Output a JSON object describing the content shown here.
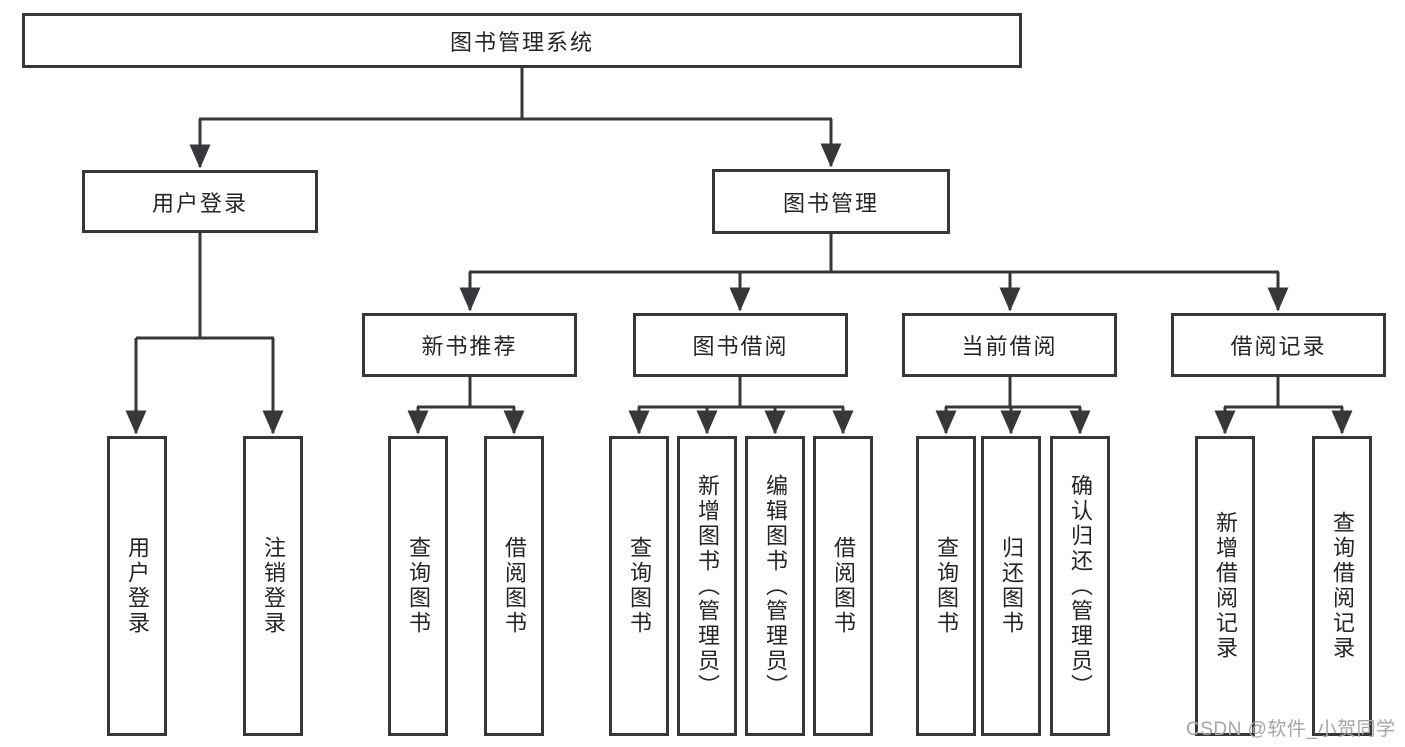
{
  "diagram": {
    "type": "hierarchy",
    "root": {
      "label": "图书管理系统",
      "children": [
        {
          "label": "用户登录",
          "children": [
            {
              "label": "用户登录"
            },
            {
              "label": "注销登录"
            }
          ]
        },
        {
          "label": "图书管理",
          "children": [
            {
              "label": "新书推荐",
              "children": [
                {
                  "label": "查询图书"
                },
                {
                  "label": "借阅图书"
                }
              ]
            },
            {
              "label": "图书借阅",
              "children": [
                {
                  "label": "查询图书"
                },
                {
                  "label": "新增图书（管理员）"
                },
                {
                  "label": "编辑图书（管理员）"
                },
                {
                  "label": "借阅图书"
                }
              ]
            },
            {
              "label": "当前借阅",
              "children": [
                {
                  "label": "查询图书"
                },
                {
                  "label": "归还图书"
                },
                {
                  "label": "确认归还（管理员）"
                }
              ]
            },
            {
              "label": "借阅记录",
              "children": [
                {
                  "label": "新增借阅记录"
                },
                {
                  "label": "查询借阅记录"
                }
              ]
            }
          ]
        }
      ]
    }
  },
  "watermark": {
    "text": "CSDN @软件_小贺同学",
    "color": "#a3a6aa"
  },
  "colors": {
    "background": "#ffffff",
    "line": "#35373b",
    "box_border": "#35373b",
    "text": "#232529"
  }
}
